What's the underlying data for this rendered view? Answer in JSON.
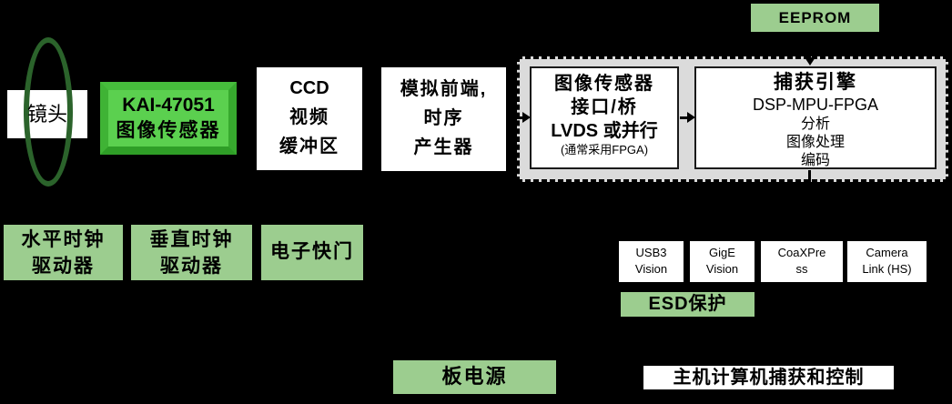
{
  "colors": {
    "background": "#000000",
    "white_box": "#ffffff",
    "light_green": "#9ccd8f",
    "sensor_green": "#5bd04f",
    "sensor_bevel_dark": "#2f9e27",
    "lens_ellipse_green": "#2b632b",
    "panel_gray": "#dbdbdb",
    "text": "#000000"
  },
  "lens": {
    "label": "镜头"
  },
  "sensor": {
    "lines": [
      "KAI-47051",
      "图像传感器"
    ]
  },
  "ccd_buffer": {
    "lines": [
      "CCD",
      "视频",
      "缓冲区"
    ]
  },
  "afe": {
    "lines": [
      "模拟前端,",
      "时序",
      "产生器"
    ]
  },
  "bridge": {
    "lines": [
      "图像传感器",
      "接口/桥",
      "LVDS 或并行"
    ],
    "note": "(通常采用FPGA)"
  },
  "capture_engine": {
    "title": "捕获引擎",
    "subtitle": "DSP-MPU-FPGA",
    "lines": [
      "分析",
      "图像处理",
      "编码"
    ]
  },
  "eeprom": {
    "label": "EEPROM"
  },
  "drivers": [
    {
      "lines": [
        "水平时钟",
        "驱动器"
      ]
    },
    {
      "lines": [
        "垂直时钟",
        "驱动器"
      ]
    },
    {
      "lines": [
        "电子快门"
      ]
    }
  ],
  "interfaces": [
    {
      "lines": [
        "USB3",
        "Vision"
      ]
    },
    {
      "lines": [
        "GigE",
        "Vision"
      ]
    },
    {
      "lines": [
        "CoaXPre",
        "ss"
      ]
    },
    {
      "lines": [
        "Camera",
        "Link (HS)"
      ]
    }
  ],
  "esd": {
    "label": "ESD保护"
  },
  "board_power": {
    "label": "板电源"
  },
  "host": {
    "label": "主机计算机捕获和控制"
  }
}
